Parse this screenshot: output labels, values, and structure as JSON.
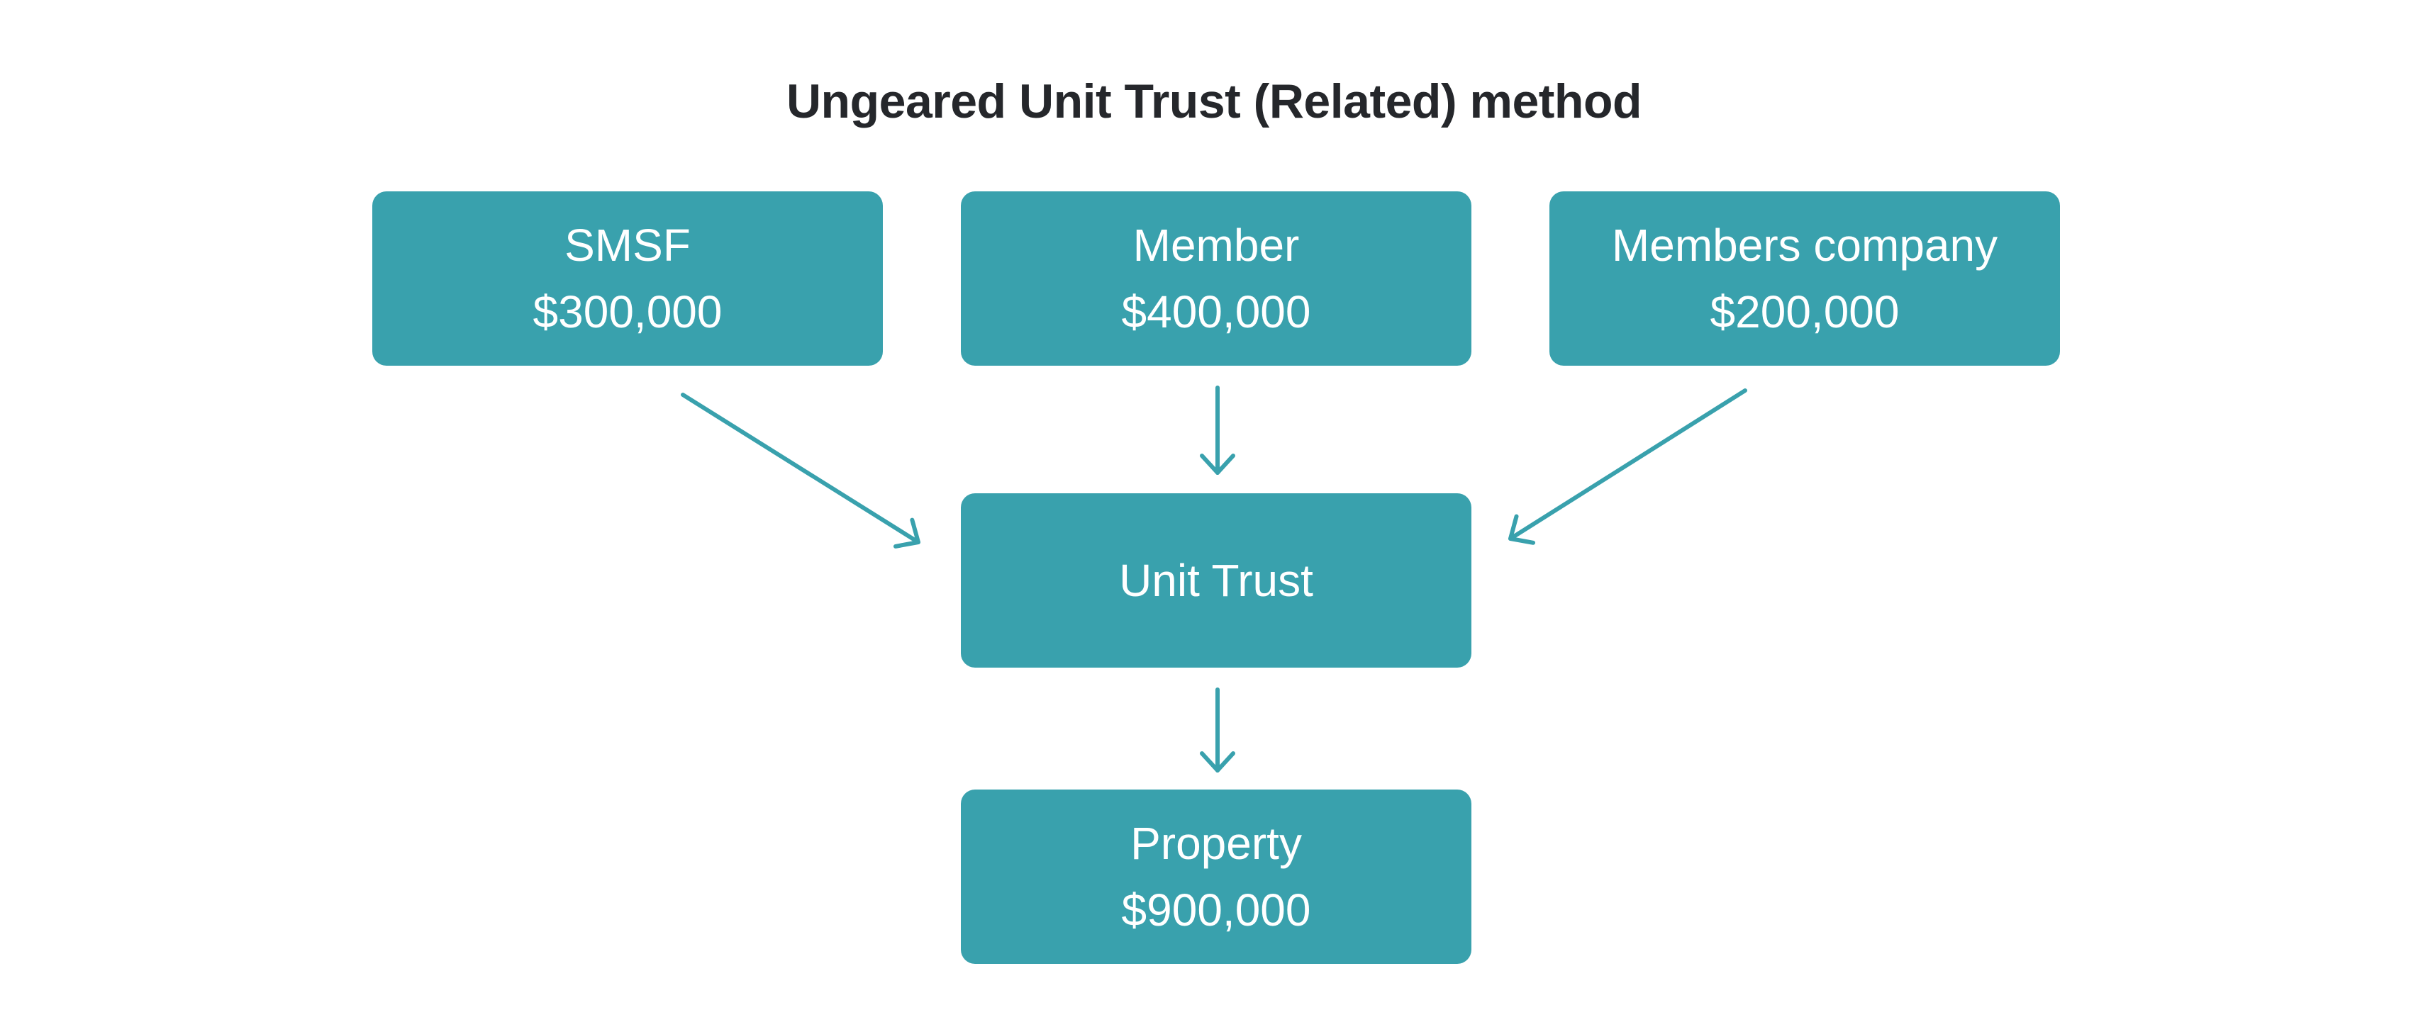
{
  "title": "Ungeared Unit Trust (Related) method",
  "colors": {
    "box_fill": "#39A1AD",
    "arrow": "#39A1AD",
    "title_text": "#25272B",
    "box_text": "#FFFFFF",
    "background": "#FFFFFF"
  },
  "diagram": {
    "type": "flowchart",
    "nodes": [
      {
        "id": "smsf",
        "label": "SMSF",
        "amount": "$300,000"
      },
      {
        "id": "member",
        "label": "Member",
        "amount": "$400,000"
      },
      {
        "id": "members_company",
        "label": "Members company",
        "amount": "$200,000"
      },
      {
        "id": "unit_trust",
        "label": "Unit Trust"
      },
      {
        "id": "property",
        "label": "Property",
        "amount": "$900,000"
      }
    ],
    "edges": [
      {
        "from": "SMSF",
        "to": "Unit Trust"
      },
      {
        "from": "Member",
        "to": "Unit Trust"
      },
      {
        "from": "Members company",
        "to": "Unit Trust"
      },
      {
        "from": "Unit Trust",
        "to": "Property"
      }
    ]
  }
}
